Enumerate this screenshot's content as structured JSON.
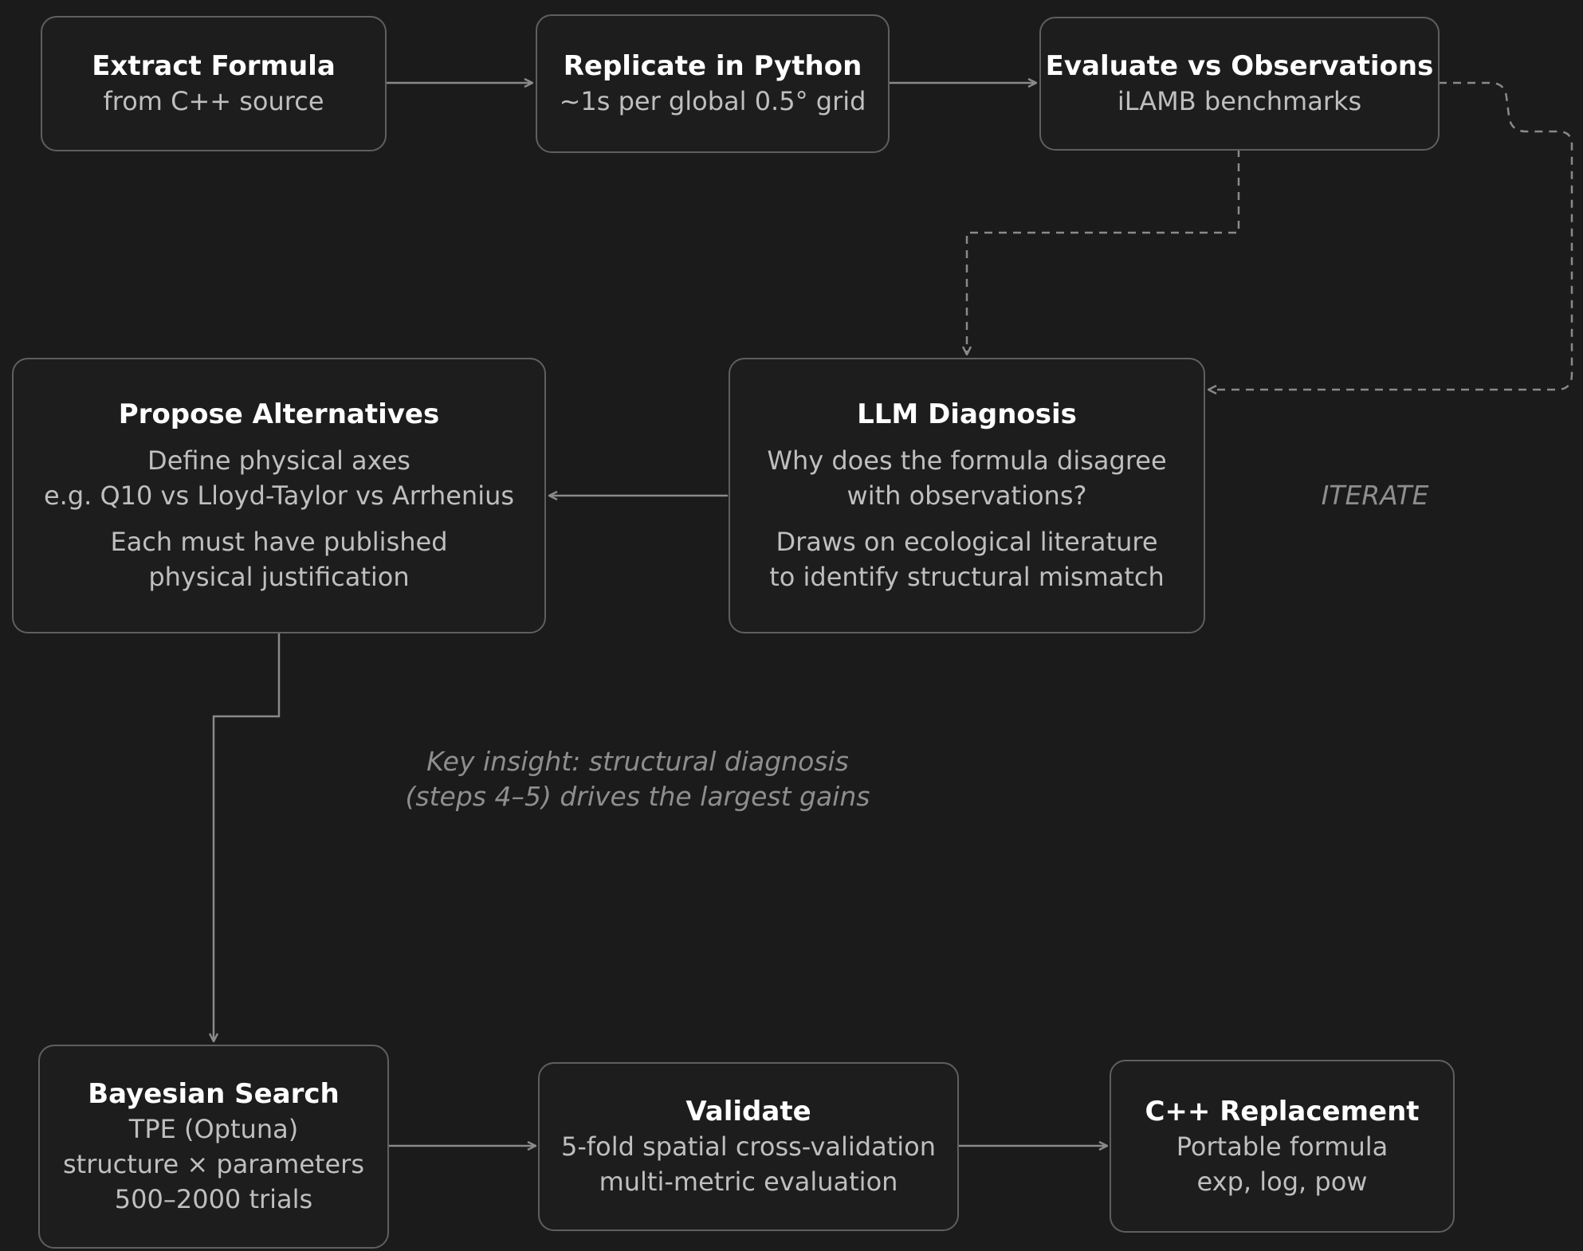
{
  "nodes": {
    "extract": {
      "title": "Extract Formula",
      "lines": [
        "from C++ source"
      ]
    },
    "replicate": {
      "title": "Replicate in Python",
      "lines": [
        "~1s per global 0.5° grid"
      ]
    },
    "evaluate": {
      "title": "Evaluate vs Observations",
      "lines": [
        "iLAMB benchmarks"
      ]
    },
    "propose": {
      "title": "Propose Alternatives",
      "lines": [
        "Define physical axes",
        "e.g. Q10 vs Lloyd-Taylor vs Arrhenius",
        "Each must have published",
        "physical justification"
      ]
    },
    "diagnosis": {
      "title": "LLM Diagnosis",
      "lines": [
        "Why does the formula disagree",
        "with observations?",
        "Draws on ecological literature",
        "to identify structural mismatch"
      ]
    },
    "bayesian": {
      "title": "Bayesian Search",
      "lines": [
        "TPE (Optuna)",
        "structure × parameters",
        "500–2000 trials"
      ]
    },
    "validate": {
      "title": "Validate",
      "lines": [
        "5-fold spatial cross-validation",
        "multi-metric evaluation"
      ]
    },
    "replacement": {
      "title": "C++ Replacement",
      "lines": [
        "Portable formula",
        "exp, log, pow"
      ]
    }
  },
  "annotations": {
    "iterate": "ITERATE",
    "insight": [
      "Key insight: structural diagnosis",
      "(steps 4–5) drives the largest gains"
    ]
  },
  "colors": {
    "background": "#1b1b1b",
    "border": "#5f5f5f",
    "arrow": "#8a8a8a",
    "title": "#ffffff",
    "text": "#bfbfbf",
    "note": "#8e8e8e"
  }
}
